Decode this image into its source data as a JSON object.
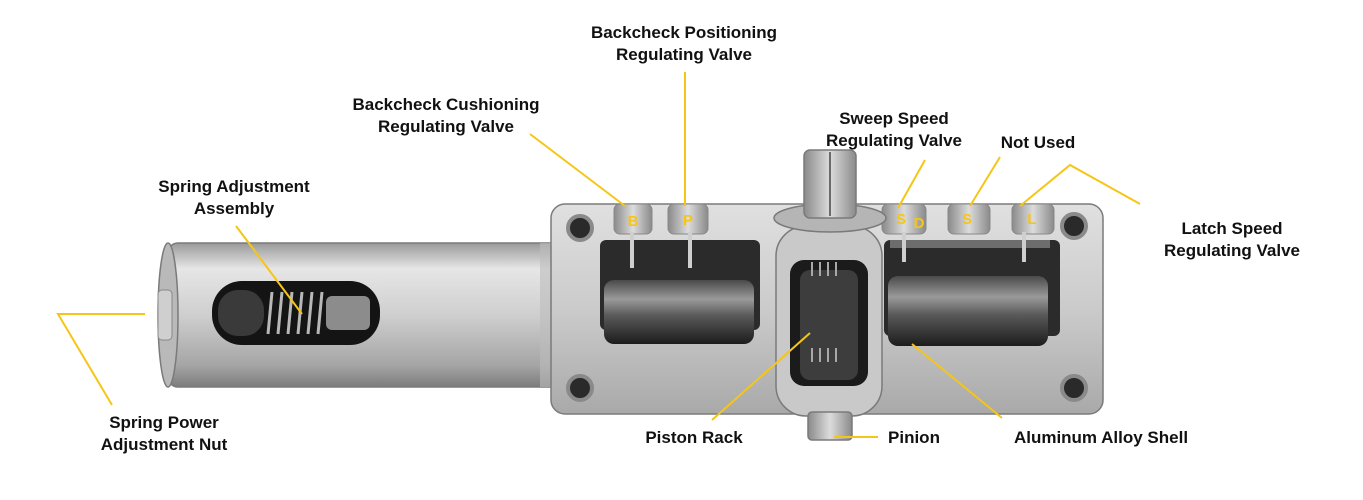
{
  "labels": {
    "backcheck_positioning": [
      "Backcheck Positioning",
      "Regulating Valve"
    ],
    "backcheck_cushioning": [
      "Backcheck Cushioning",
      "Regulating Valve"
    ],
    "sweep_speed": [
      "Sweep Speed",
      "Regulating Valve"
    ],
    "not_used": "Not Used",
    "spring_adjustment": [
      "Spring Adjustment",
      "Assembly"
    ],
    "latch_speed": [
      "Latch Speed",
      "Regulating Valve"
    ],
    "spring_power": [
      "Spring Power",
      "Adjustment Nut"
    ],
    "piston_rack": "Piston Rack",
    "pinion": "Pinion",
    "aluminum_shell": "Aluminum Alloy Shell"
  },
  "valve_markers": {
    "b": "B",
    "p": "P",
    "s1": "S",
    "d": "D",
    "s2": "S",
    "l": "L"
  },
  "colors": {
    "leader": "#F5C518",
    "marker": "#F5C518",
    "metal_light": "#D6D6D6",
    "metal_mid": "#A8A8A8",
    "metal_dark": "#6E6E6E",
    "cavity": "#1A1A1A",
    "text": "#111111"
  }
}
